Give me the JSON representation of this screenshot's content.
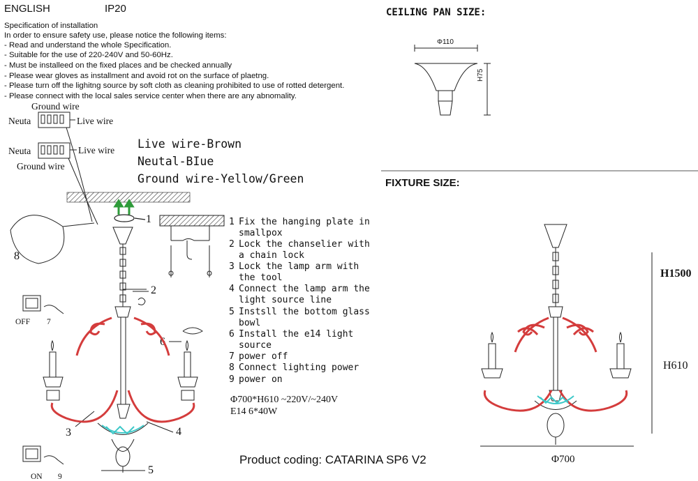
{
  "header": {
    "language": "ENGLISH",
    "ip_rating": "IP20"
  },
  "specification": {
    "title": "Specification of installation",
    "lines": [
      "In order to ensure safety use, please notice the following items:",
      "- Read and understand the whole Specification.",
      "- Suitable for the use of 220-240V and 50-60Hz.",
      "- Must be installeed on the fixed places and be checked annually",
      "- Please wear gloves as installment and avoid rot on the surface of plaetng.",
      "- Please turn off the lighitng source by soft cloth as cleaning prohibited to use of rotted detergent.",
      "- Please connect with the local sales service center when there are any abnomality."
    ]
  },
  "wiring": {
    "ground_top": "Ground wire",
    "neutral_1": "Neuta",
    "live_1": "Live wire",
    "neutral_2": "Neuta",
    "live_2": "Live wire",
    "ground_bottom": "Ground wire",
    "legend": [
      "Live wire-Brown",
      "Neutal-BIue",
      "Ground wire-Yellow/Green"
    ]
  },
  "steps": [
    {
      "num": "1",
      "text": [
        "Fix the hanging plate in",
        "smallpox"
      ]
    },
    {
      "num": "2",
      "text": [
        "Lock the chanselier with",
        "a chain lock"
      ]
    },
    {
      "num": "3",
      "text": [
        "Lock the lamp arm with",
        "the tool"
      ]
    },
    {
      "num": "4",
      "text": [
        "Connect the lamp arm the",
        "light source line"
      ]
    },
    {
      "num": "5",
      "text": [
        "Instsll the bottom glass",
        "bowl"
      ]
    },
    {
      "num": "6",
      "text": [
        "Install the e14 light",
        "source"
      ]
    },
    {
      "num": "7",
      "text": [
        "power off"
      ]
    },
    {
      "num": "8",
      "text": [
        "Connect lighting power"
      ]
    },
    {
      "num": "9",
      "text": [
        "power on"
      ]
    }
  ],
  "callouts": {
    "c1": "1",
    "c2": "2",
    "c3": "3",
    "c4": "4",
    "c5": "5",
    "c6": "6",
    "c8": "8"
  },
  "switches": {
    "off_label": "OFF",
    "off_num": "7",
    "on_label": "ON",
    "on_num": "9"
  },
  "specs": {
    "power": "Φ700*H610 ~220V/~240V",
    "bulb": "E14 6*40W"
  },
  "product_coding": "Product coding: CATARINA SP6 V2",
  "ceiling_pan": {
    "title": "CEILING PAN SIZE:",
    "diameter": "Φ110",
    "height": "H75"
  },
  "fixture": {
    "title": "FIXTURE SIZE:",
    "total_height": "H1500",
    "body_height": "H610",
    "diameter": "Φ700"
  },
  "colors": {
    "arm": "#d43c3c",
    "glass": "#3cc8c8",
    "wire_green": "#2e9b3a",
    "line": "#222222"
  }
}
